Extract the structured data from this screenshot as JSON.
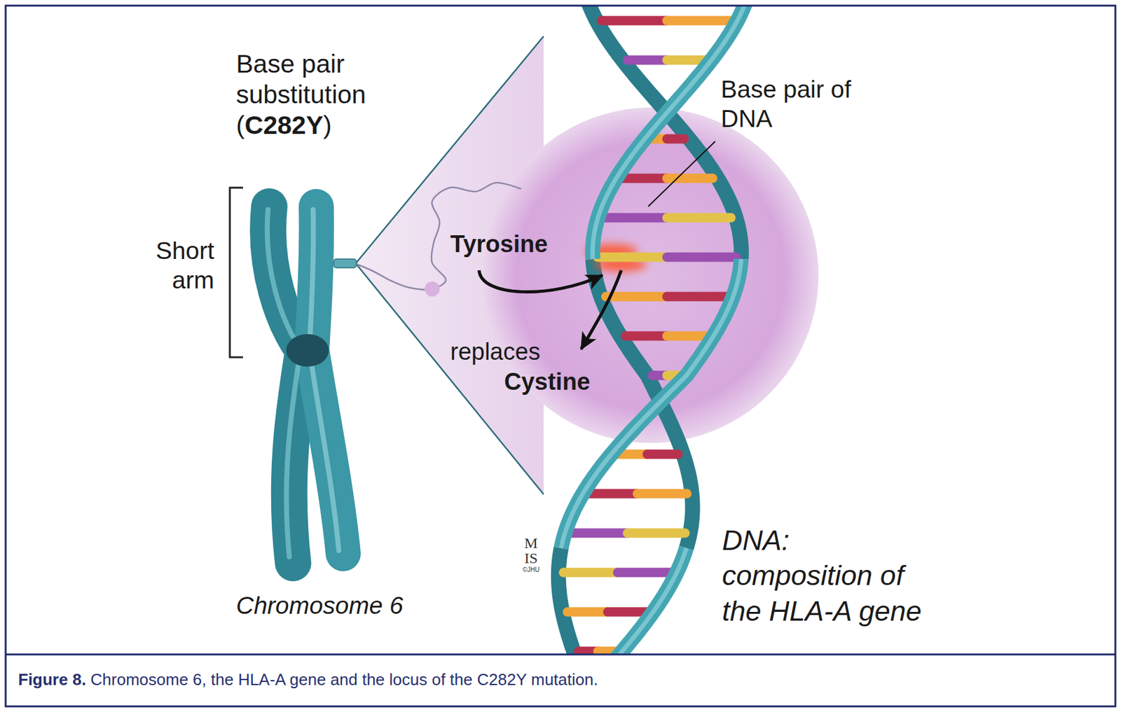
{
  "diagram": {
    "caption": "Figure 8. Chromosome 6, the HLA-A gene and the locus of the C282Y mutation.",
    "labels": [
      "Base pair substitution (C282Y)",
      "Short arm",
      "Tyrosine",
      "replaces",
      "Cystine",
      "Base pair of DNA",
      "M",
      "IS",
      "©JHU",
      "Chromosome 6",
      "DNA: composition of the HLA-A gene"
    ]
  }
}
